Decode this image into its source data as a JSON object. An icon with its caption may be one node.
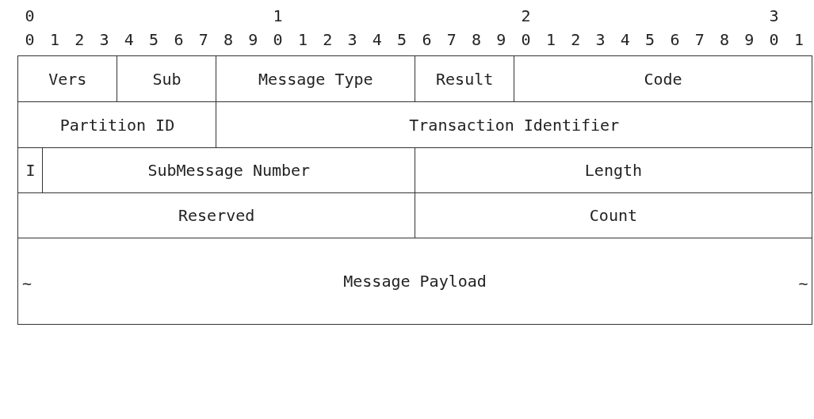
{
  "diagram": {
    "nodes": [
      {
        "text": [
          "Vers"
        ]
      },
      {
        "text": [
          "Sub"
        ]
      },
      {
        "text": [
          "Message Type"
        ]
      },
      {
        "text": [
          "Result"
        ]
      },
      {
        "text": [
          "Code"
        ]
      },
      {
        "text": [
          "Partition ID"
        ]
      },
      {
        "text": [
          "Transaction Identifier"
        ]
      },
      {
        "text": [
          "I"
        ]
      },
      {
        "text": [
          "SubMessage Number"
        ]
      },
      {
        "text": [
          "Length"
        ]
      },
      {
        "text": [
          "Reserved"
        ]
      },
      {
        "text": [
          "Count"
        ]
      },
      {
        "text": [
          "Message Payload"
        ]
      }
    ],
    "edges": [],
    "labels": [
      "0",
      "1",
      "2",
      "3",
      "0",
      "1",
      "2",
      "3",
      "4",
      "5",
      "6",
      "7",
      "8",
      "9",
      "0",
      "1",
      "2",
      "3",
      "4",
      "5",
      "6",
      "7",
      "8",
      "9",
      "0",
      "1",
      "2",
      "3",
      "4",
      "5",
      "6",
      "7",
      "8",
      "9",
      "0",
      "1",
      "~",
      "~"
    ]
  }
}
